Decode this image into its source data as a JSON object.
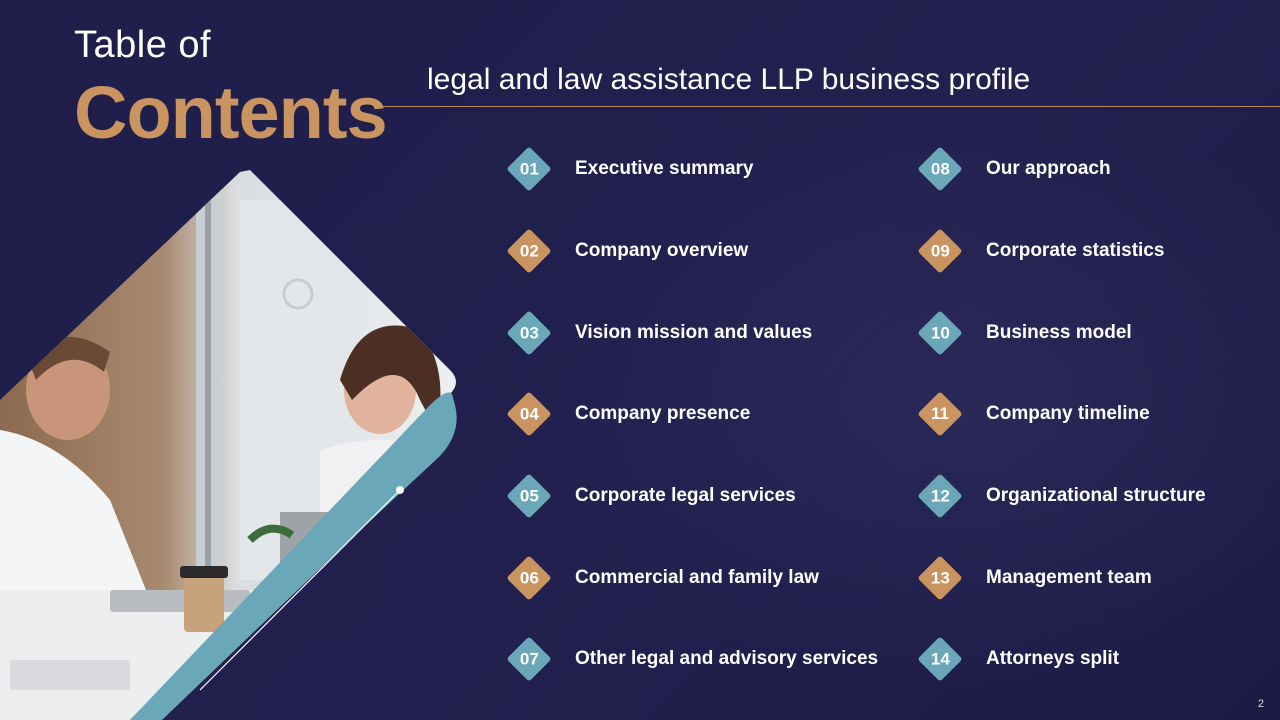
{
  "slide": {
    "title_line1": "Table of",
    "title_line2": "Contents",
    "subtitle": "legal and law assistance LLP business profile",
    "page_number": "2"
  },
  "colors": {
    "background": "#1f1d48",
    "accent_tan": "#c99460",
    "accent_teal": "#6aa7b8",
    "text": "#ffffff"
  },
  "toc": {
    "items": [
      {
        "num": "01",
        "label": "Executive summary",
        "color": "teal"
      },
      {
        "num": "02",
        "label": "Company overview",
        "color": "tan"
      },
      {
        "num": "03",
        "label": "Vision mission and values",
        "color": "teal"
      },
      {
        "num": "04",
        "label": "Company presence",
        "color": "tan"
      },
      {
        "num": "05",
        "label": "Corporate legal services",
        "color": "teal"
      },
      {
        "num": "06",
        "label": "Commercial and family law",
        "color": "tan"
      },
      {
        "num": "07",
        "label": "Other legal and advisory services",
        "color": "teal"
      },
      {
        "num": "08",
        "label": "Our approach",
        "color": "teal"
      },
      {
        "num": "09",
        "label": "Corporate statistics",
        "color": "tan"
      },
      {
        "num": "10",
        "label": "Business model",
        "color": "teal"
      },
      {
        "num": "11",
        "label": "Company timeline",
        "color": "tan"
      },
      {
        "num": "12",
        "label": "Organizational structure",
        "color": "teal"
      },
      {
        "num": "13",
        "label": "Management team",
        "color": "tan"
      },
      {
        "num": "14",
        "label": "Attorneys split",
        "color": "teal"
      }
    ]
  }
}
